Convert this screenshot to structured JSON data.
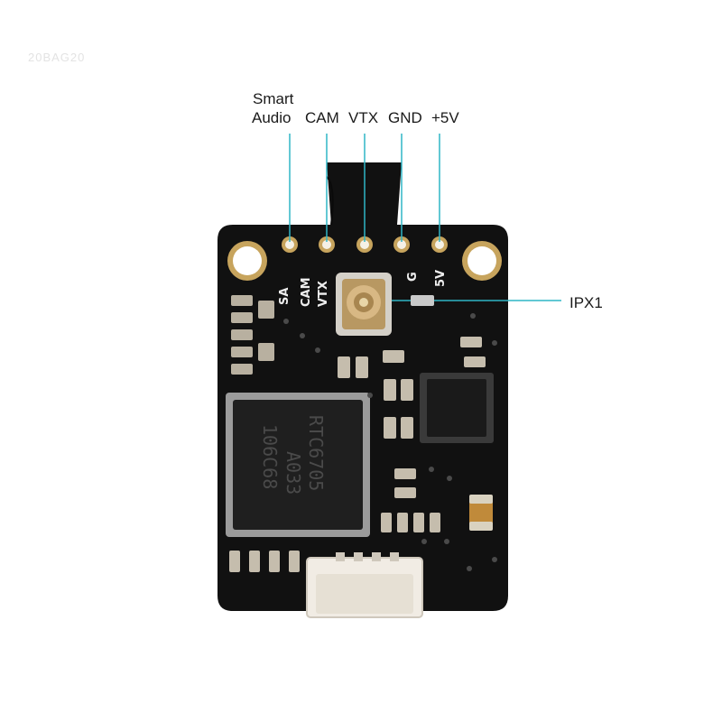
{
  "watermark": "20BAG20",
  "pin_labels": {
    "smart_audio_line1": "Smart",
    "smart_audio_line2": "Audio",
    "cam": "CAM",
    "vtx": "VTX",
    "gnd": "GND",
    "plus5v": "+5V"
  },
  "ipx1_label": "IPX1",
  "silkscreen": {
    "sa": "SA",
    "cam": "CAM",
    "vtx": "VTX",
    "g": "G",
    "five_v": "5V"
  },
  "chip_marking": {
    "line1": "RTC6705",
    "line2": "A033",
    "line3": "106C68"
  },
  "colors": {
    "pcb": "#111111",
    "gold_pad": "#c7a45d",
    "leader_line": "#2fb5c6",
    "connector": "#f1ece4"
  }
}
